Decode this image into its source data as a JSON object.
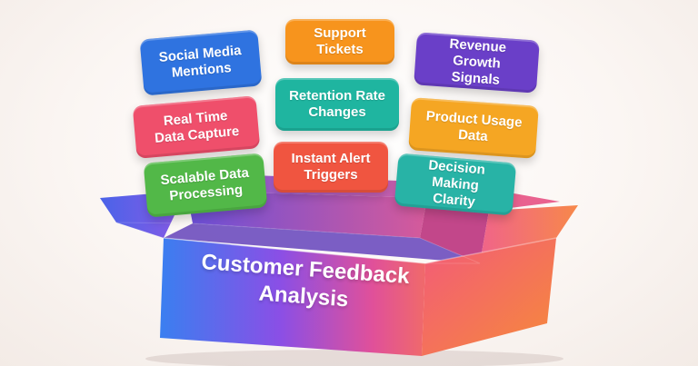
{
  "box": {
    "title": "Customer Feedback\nAnalysis"
  },
  "cards": [
    {
      "id": "social-media-mentions",
      "label": "Social Media\nMentions",
      "color": "#2f73e0"
    },
    {
      "id": "support-tickets",
      "label": "Support Tickets",
      "color": "#f7941d"
    },
    {
      "id": "revenue-growth-signals",
      "label": "Revenue Growth\nSignals",
      "color": "#6a3fc8"
    },
    {
      "id": "retention-rate-changes",
      "label": "Retention Rate\nChanges",
      "color": "#1fb5a0"
    },
    {
      "id": "real-time-data-capture",
      "label": "Real Time\nData Capture",
      "color": "#ef4f6b"
    },
    {
      "id": "product-usage-data",
      "label": "Product Usage\nData",
      "color": "#f5a623"
    },
    {
      "id": "instant-alert-triggers",
      "label": "Instant Alert\nTriggers",
      "color": "#f05540"
    },
    {
      "id": "scalable-data-processing",
      "label": "Scalable Data\nProcessing",
      "color": "#52b848"
    },
    {
      "id": "decision-making-clarity",
      "label": "Decision Making\nClarity",
      "color": "#28b3a6"
    }
  ]
}
